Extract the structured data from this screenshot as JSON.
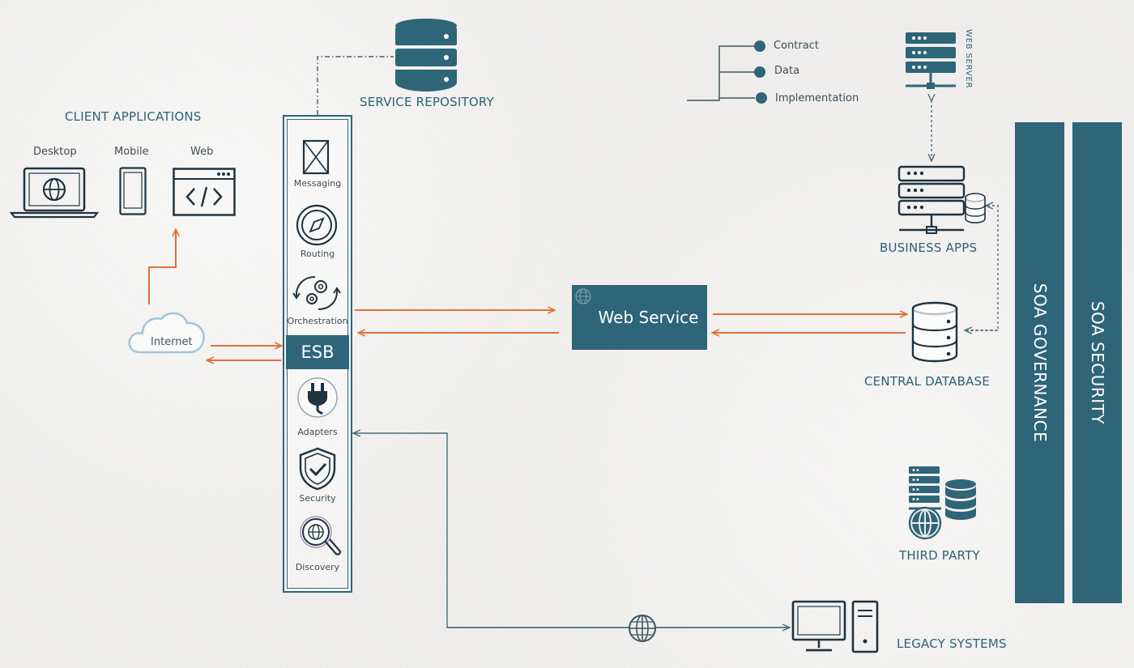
{
  "client_apps": {
    "title": "CLIENT APPLICATIONS",
    "desktop": "Desktop",
    "mobile": "Mobile",
    "web": "Web"
  },
  "internet": "Internet",
  "service_repository": "SERVICE REPOSITORY",
  "esb": {
    "label": "ESB",
    "components": [
      "Messaging",
      "Routing",
      "Orchestration",
      "Adapters",
      "Security",
      "Discovery"
    ]
  },
  "web_service": "Web Service",
  "service_parts": [
    "Contract",
    "Data",
    "Implementation"
  ],
  "web_server": "WEB SERVER",
  "business_apps": "BUSINESS APPS",
  "central_database": "CENTRAL DATABASE",
  "third_party": "THIRD PARTY",
  "legacy_systems": "LEGACY SYSTEMS",
  "soa_governance": "SOA GOVERNANCE",
  "soa_security": "SOA SECURITY",
  "colors": {
    "teal": "#2e6578",
    "arrow_orange": "#e2703a",
    "line_slate": "#4a6b78",
    "cloud_blue": "#9fc6dc"
  }
}
